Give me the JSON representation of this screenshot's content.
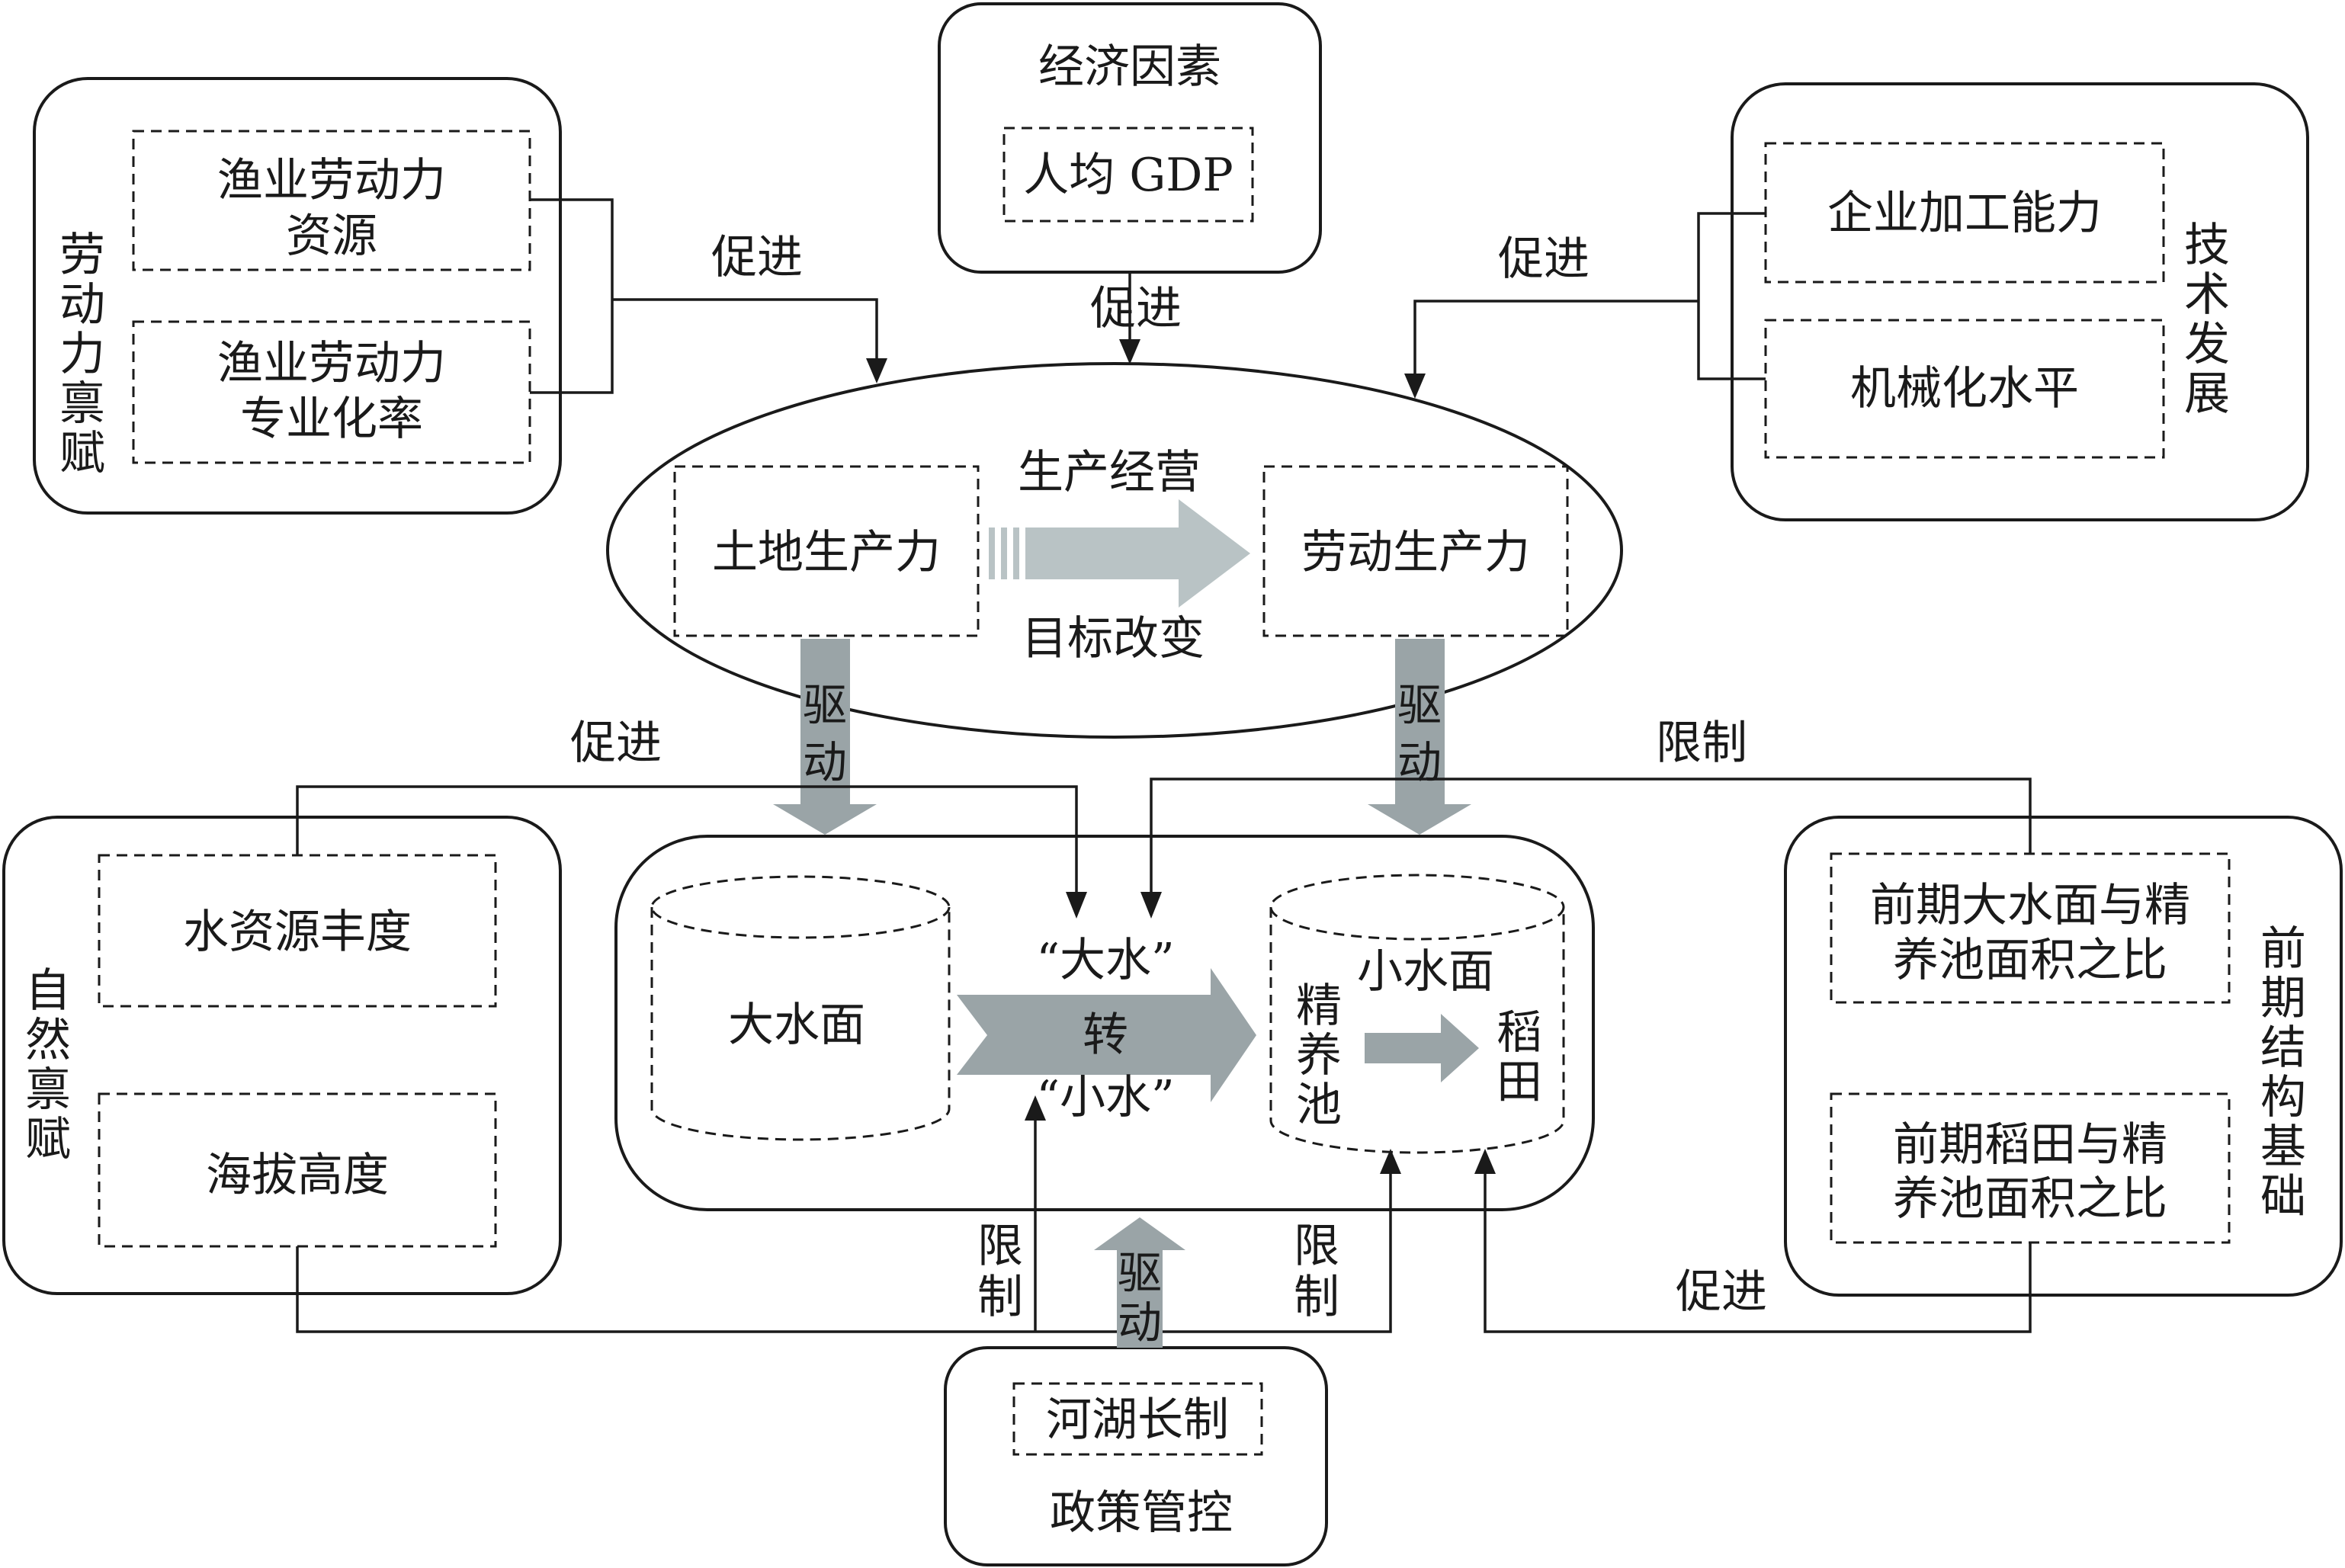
{
  "labor_endowment": {
    "title": "劳动力禀赋",
    "item1_line1": "渔业劳动力",
    "item1_line2": "资源",
    "item2_line1": "渔业劳动力",
    "item2_line2": "专业化率"
  },
  "economic_factors": {
    "title": "经济因素",
    "item": "人均 GDP"
  },
  "tech_development": {
    "title": "技术发展",
    "item1": "企业加工能力",
    "item2": "机械化水平"
  },
  "production": {
    "top_label": "生产经营",
    "bottom_label": "目标改变",
    "left": "土地生产力",
    "right": "劳动生产力"
  },
  "natural_endowment": {
    "title": "自然禀赋",
    "item1": "水资源丰度",
    "item2": "海拔高度"
  },
  "center": {
    "big_water": "大水面",
    "arrow_line1": "“大水”",
    "arrow_line2": "转",
    "arrow_line3": "“小水”",
    "small_water": "小水面",
    "fine_pond": "精养池",
    "paddy": "稻田"
  },
  "prior_structure": {
    "title": "前期结构基础",
    "item1_line1": "前期大水面与精",
    "item1_line2": "养池面积之比",
    "item2_line1": "前期稻田与精",
    "item2_line2": "养池面积之比"
  },
  "policy": {
    "item": "河湖长制",
    "title": "政策管控"
  },
  "relations": {
    "promote": "促进",
    "drive": "驱动",
    "restrict": "限制"
  }
}
